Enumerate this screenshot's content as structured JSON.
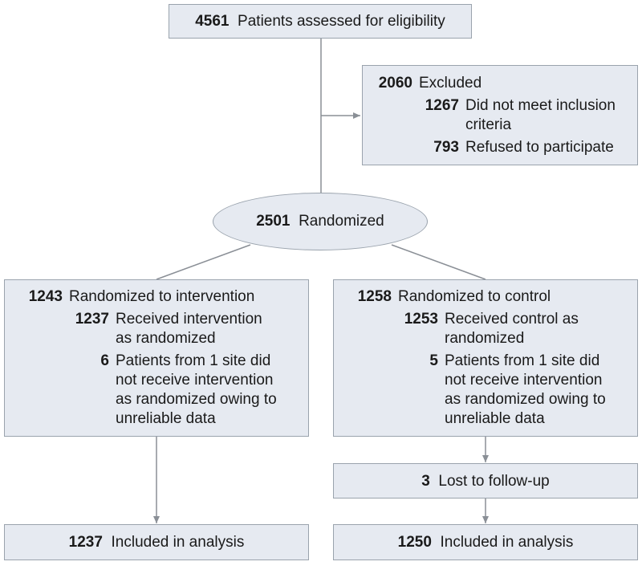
{
  "eligibility": {
    "count": "4561",
    "label": "Patients assessed for eligibility"
  },
  "excluded": {
    "count": "2060",
    "label": "Excluded",
    "items": [
      {
        "count": "1267",
        "label_line1": "Did not meet inclusion",
        "label_line2": "criteria"
      },
      {
        "count": "793",
        "label_line1": "Refused to participate"
      }
    ]
  },
  "randomized": {
    "count": "2501",
    "label": "Randomized"
  },
  "intervention": {
    "count": "1243",
    "label": "Randomized to intervention",
    "items": [
      {
        "count": "1237",
        "lines": [
          "Received intervention",
          "as randomized"
        ]
      },
      {
        "count": "6",
        "lines": [
          "Patients from 1 site did",
          "not receive intervention",
          "as randomized owing to",
          "unreliable data"
        ]
      }
    ],
    "analysis": {
      "count": "1237",
      "label": "Included in analysis"
    }
  },
  "control": {
    "count": "1258",
    "label": "Randomized to control",
    "items": [
      {
        "count": "1253",
        "lines": [
          "Received control as",
          "randomized"
        ]
      },
      {
        "count": "5",
        "lines": [
          "Patients from 1 site did",
          "not receive intervention",
          "as randomized owing to",
          "unreliable data"
        ]
      }
    ],
    "lost": {
      "count": "3",
      "label": "Lost to follow-up"
    },
    "analysis": {
      "count": "1250",
      "label": "Included in analysis"
    }
  }
}
